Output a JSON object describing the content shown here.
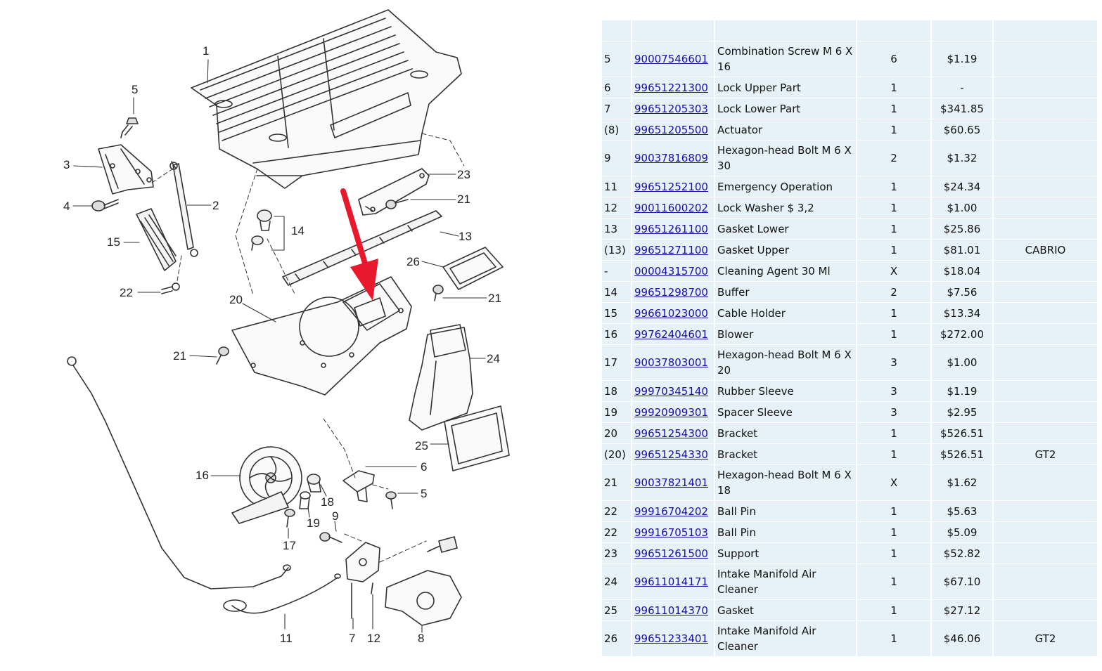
{
  "accent_color": "#e8192c",
  "link_color": "#1a0dab",
  "row_color": "#e6f2f7",
  "diagram": {
    "callouts": [
      "1",
      "2",
      "3",
      "4",
      "5",
      "5",
      "6",
      "7",
      "8",
      "9",
      "11",
      "12",
      "13",
      "14",
      "15",
      "16",
      "17",
      "18",
      "19",
      "20",
      "21",
      "21",
      "21",
      "22",
      "23",
      "24",
      "25",
      "26"
    ]
  },
  "parts": [
    {
      "ref": "5",
      "part_number": "90007546601",
      "description": "Combination Screw M 6 X 16",
      "qty": "6",
      "price": "$1.19",
      "note": ""
    },
    {
      "ref": "6",
      "part_number": "99651221300",
      "description": "Lock Upper Part",
      "qty": "1",
      "price": "-",
      "note": ""
    },
    {
      "ref": "7",
      "part_number": "99651205303",
      "description": "Lock Lower Part",
      "qty": "1",
      "price": "$341.85",
      "note": ""
    },
    {
      "ref": "(8)",
      "part_number": "99651205500",
      "description": "Actuator",
      "qty": "1",
      "price": "$60.65",
      "note": ""
    },
    {
      "ref": "9",
      "part_number": "90037816809",
      "description": "Hexagon-head Bolt M 6 X 30",
      "qty": "2",
      "price": "$1.32",
      "note": ""
    },
    {
      "ref": "11",
      "part_number": "99651252100",
      "description": "Emergency Operation",
      "qty": "1",
      "price": "$24.34",
      "note": ""
    },
    {
      "ref": "12",
      "part_number": "90011600202",
      "description": "Lock Washer $ 3,2",
      "qty": "1",
      "price": "$1.00",
      "note": ""
    },
    {
      "ref": "13",
      "part_number": "99651261100",
      "description": "Gasket Lower",
      "qty": "1",
      "price": "$25.86",
      "note": ""
    },
    {
      "ref": "(13)",
      "part_number": "99651271100",
      "description": "Gasket Upper",
      "qty": "1",
      "price": "$81.01",
      "note": "CABRIO"
    },
    {
      "ref": "-",
      "part_number": "00004315700",
      "description": "Cleaning Agent 30 Ml",
      "qty": "X",
      "price": "$18.04",
      "note": ""
    },
    {
      "ref": "14",
      "part_number": "99651298700",
      "description": "Buffer",
      "qty": "2",
      "price": "$7.56",
      "note": ""
    },
    {
      "ref": "15",
      "part_number": "99661023000",
      "description": "Cable Holder",
      "qty": "1",
      "price": "$13.34",
      "note": ""
    },
    {
      "ref": "16",
      "part_number": "99762404601",
      "description": "Blower",
      "qty": "1",
      "price": "$272.00",
      "note": ""
    },
    {
      "ref": "17",
      "part_number": "90037803001",
      "description": "Hexagon-head Bolt M 6 X 20",
      "qty": "3",
      "price": "$1.00",
      "note": ""
    },
    {
      "ref": "18",
      "part_number": "99970345140",
      "description": "Rubber Sleeve",
      "qty": "3",
      "price": "$1.19",
      "note": ""
    },
    {
      "ref": "19",
      "part_number": "99920909301",
      "description": "Spacer Sleeve",
      "qty": "3",
      "price": "$2.95",
      "note": ""
    },
    {
      "ref": "20",
      "part_number": "99651254300",
      "description": "Bracket",
      "qty": "1",
      "price": "$526.51",
      "note": ""
    },
    {
      "ref": "(20)",
      "part_number": "99651254330",
      "description": "Bracket",
      "qty": "1",
      "price": "$526.51",
      "note": "GT2"
    },
    {
      "ref": "21",
      "part_number": "90037821401",
      "description": "Hexagon-head Bolt M 6 X 18",
      "qty": "X",
      "price": "$1.62",
      "note": ""
    },
    {
      "ref": "22",
      "part_number": "99916704202",
      "description": "Ball Pin",
      "qty": "1",
      "price": "$5.63",
      "note": ""
    },
    {
      "ref": "22",
      "part_number": "99916705103",
      "description": "Ball Pin",
      "qty": "1",
      "price": "$5.09",
      "note": ""
    },
    {
      "ref": "23",
      "part_number": "99651261500",
      "description": "Support",
      "qty": "1",
      "price": "$52.82",
      "note": ""
    },
    {
      "ref": "24",
      "part_number": "99611014171",
      "description": "Intake Manifold Air Cleaner",
      "qty": "1",
      "price": "$67.10",
      "note": ""
    },
    {
      "ref": "25",
      "part_number": "99611014370",
      "description": "Gasket",
      "qty": "1",
      "price": "$27.12",
      "note": ""
    },
    {
      "ref": "26",
      "part_number": "99651233401",
      "description": "Intake Manifold Air Cleaner",
      "qty": "1",
      "price": "$46.06",
      "note": "GT2"
    }
  ]
}
